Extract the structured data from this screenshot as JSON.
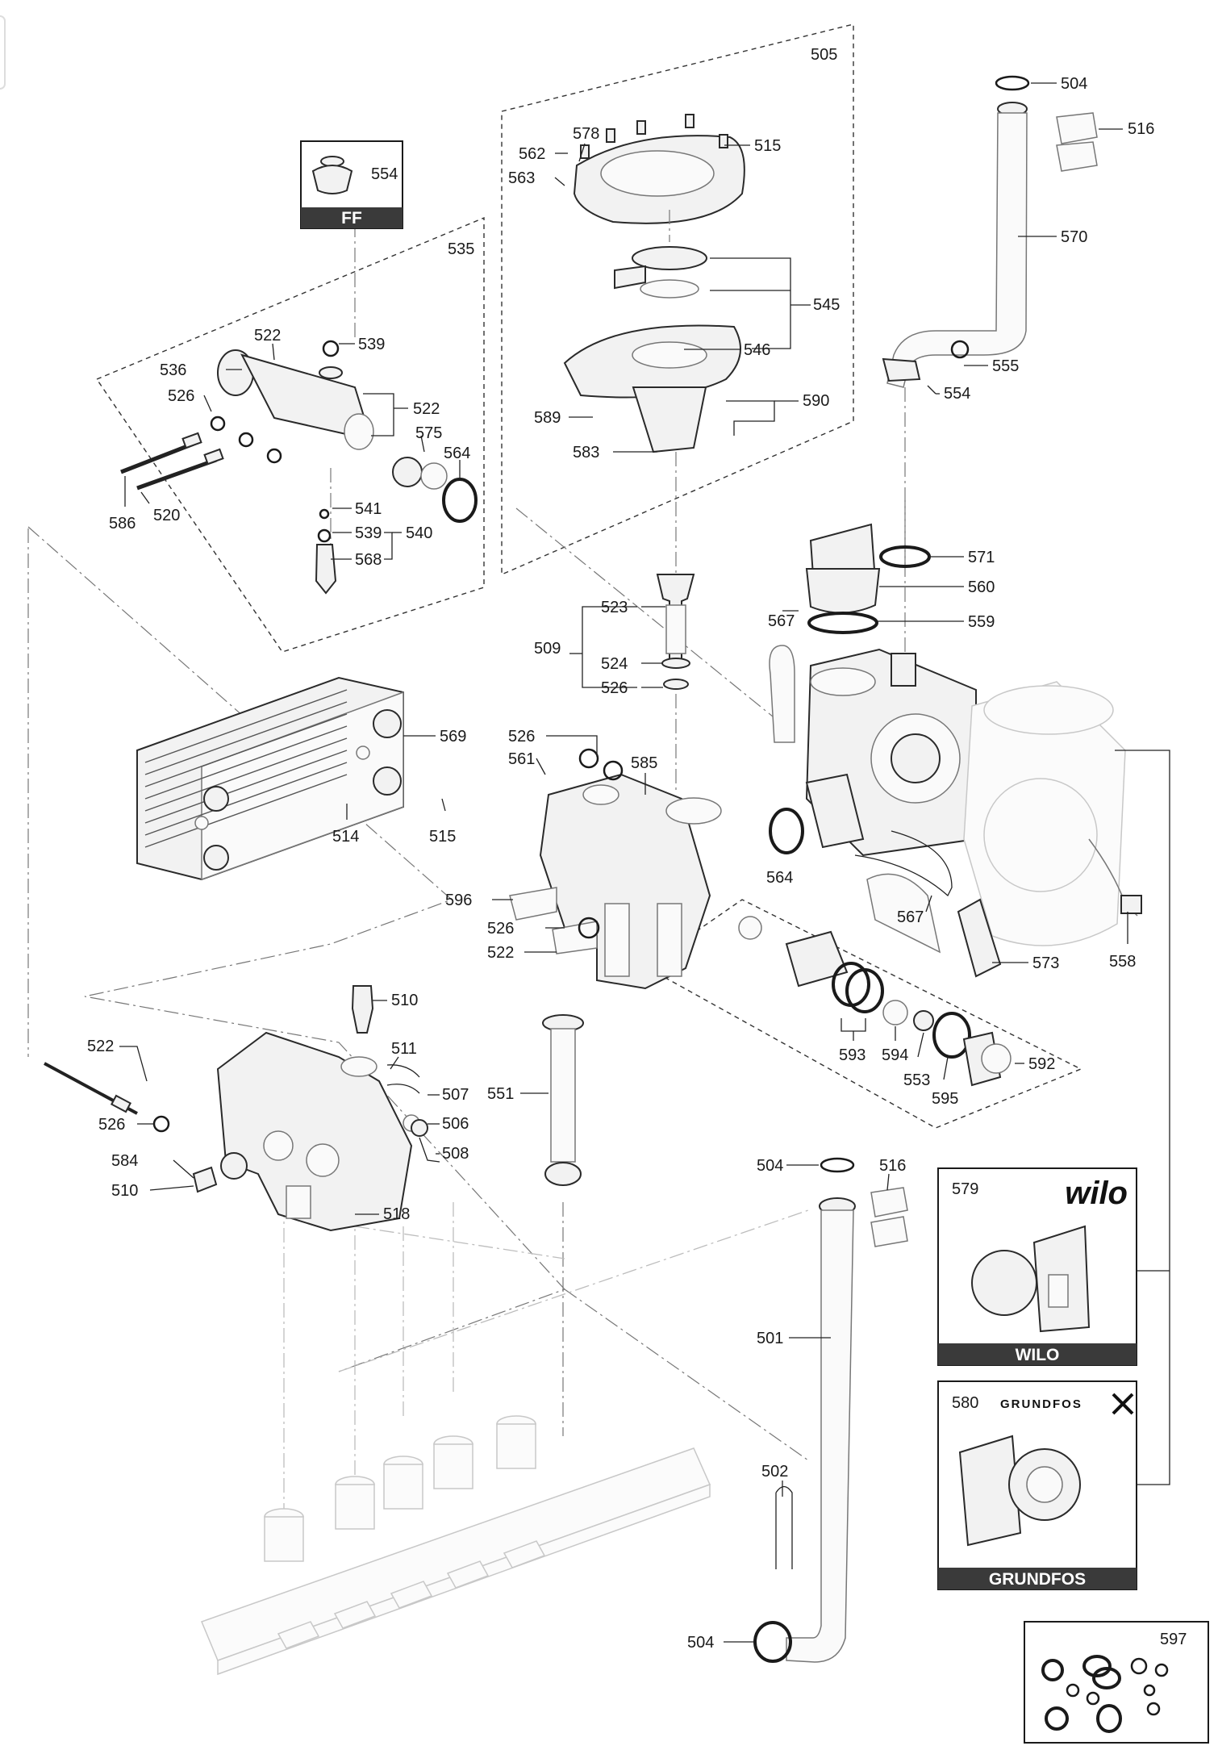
{
  "kits": {
    "ff": {
      "number": "554",
      "banner": "FF"
    },
    "wilo": {
      "number": "579",
      "brand": "wilo",
      "banner": "WILO"
    },
    "grundfos": {
      "number": "580",
      "brand": "GRUNDFOS",
      "banner": "GRUNDFOS"
    },
    "seal_kit": {
      "number": "597"
    }
  },
  "groups": {
    "diverter_head": "505",
    "safety_valve_group": "535",
    "three_way_valve": "509",
    "fill_valve": "540"
  },
  "callouts": [
    {
      "id": "c-504-top",
      "label": "504"
    },
    {
      "id": "c-516-top",
      "label": "516"
    },
    {
      "id": "c-570",
      "label": "570"
    },
    {
      "id": "c-555",
      "label": "555"
    },
    {
      "id": "c-554-right",
      "label": "554"
    },
    {
      "id": "c-578",
      "label": "578"
    },
    {
      "id": "c-562",
      "label": "562"
    },
    {
      "id": "c-563",
      "label": "563"
    },
    {
      "id": "c-515-top",
      "label": "515"
    },
    {
      "id": "c-545",
      "label": "545"
    },
    {
      "id": "c-546",
      "label": "546"
    },
    {
      "id": "c-589",
      "label": "589"
    },
    {
      "id": "c-590",
      "label": "590"
    },
    {
      "id": "c-583",
      "label": "583"
    },
    {
      "id": "c-522-a",
      "label": "522"
    },
    {
      "id": "c-539-a",
      "label": "539"
    },
    {
      "id": "c-536",
      "label": "536"
    },
    {
      "id": "c-526-a",
      "label": "526"
    },
    {
      "id": "c-522-b",
      "label": "522"
    },
    {
      "id": "c-575",
      "label": "575"
    },
    {
      "id": "c-564-a",
      "label": "564"
    },
    {
      "id": "c-541",
      "label": "541"
    },
    {
      "id": "c-539-b",
      "label": "539"
    },
    {
      "id": "c-568",
      "label": "568"
    },
    {
      "id": "c-586",
      "label": "586"
    },
    {
      "id": "c-520",
      "label": "520"
    },
    {
      "id": "c-571",
      "label": "571"
    },
    {
      "id": "c-560",
      "label": "560"
    },
    {
      "id": "c-559",
      "label": "559"
    },
    {
      "id": "c-523",
      "label": "523"
    },
    {
      "id": "c-524",
      "label": "524"
    },
    {
      "id": "c-526-b",
      "label": "526"
    },
    {
      "id": "c-567-a",
      "label": "567"
    },
    {
      "id": "c-569",
      "label": "569"
    },
    {
      "id": "c-526-c",
      "label": "526"
    },
    {
      "id": "c-561",
      "label": "561"
    },
    {
      "id": "c-585",
      "label": "585"
    },
    {
      "id": "c-514",
      "label": "514"
    },
    {
      "id": "c-515-mid",
      "label": "515"
    },
    {
      "id": "c-564-b",
      "label": "564"
    },
    {
      "id": "c-567-b",
      "label": "567"
    },
    {
      "id": "c-596",
      "label": "596"
    },
    {
      "id": "c-526-d",
      "label": "526"
    },
    {
      "id": "c-522-c",
      "label": "522"
    },
    {
      "id": "c-573",
      "label": "573"
    },
    {
      "id": "c-558",
      "label": "558"
    },
    {
      "id": "c-510-a",
      "label": "510"
    },
    {
      "id": "c-511",
      "label": "511"
    },
    {
      "id": "c-507",
      "label": "507"
    },
    {
      "id": "c-506",
      "label": "506"
    },
    {
      "id": "c-508",
      "label": "508"
    },
    {
      "id": "c-522-d",
      "label": "522"
    },
    {
      "id": "c-526-e",
      "label": "526"
    },
    {
      "id": "c-584",
      "label": "584"
    },
    {
      "id": "c-510-b",
      "label": "510"
    },
    {
      "id": "c-518",
      "label": "518"
    },
    {
      "id": "c-551",
      "label": "551"
    },
    {
      "id": "c-593",
      "label": "593"
    },
    {
      "id": "c-594",
      "label": "594"
    },
    {
      "id": "c-553",
      "label": "553"
    },
    {
      "id": "c-595",
      "label": "595"
    },
    {
      "id": "c-592",
      "label": "592"
    },
    {
      "id": "c-504-mid",
      "label": "504"
    },
    {
      "id": "c-516-mid",
      "label": "516"
    },
    {
      "id": "c-501",
      "label": "501"
    },
    {
      "id": "c-502",
      "label": "502"
    },
    {
      "id": "c-504-bottom",
      "label": "504"
    }
  ]
}
